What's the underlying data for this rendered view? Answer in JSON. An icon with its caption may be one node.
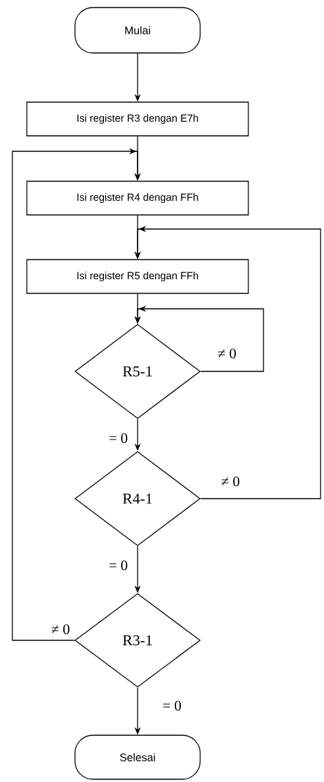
{
  "diagram": {
    "nodes": [
      {
        "text": [
          "Mulai"
        ]
      },
      {
        "text": [
          "Isi register R3 dengan E7h"
        ]
      },
      {
        "text": [
          "Isi register R4 dengan FFh"
        ]
      },
      {
        "text": [
          "Isi register R5 dengan FFh"
        ]
      },
      {
        "text": [
          "R5-1"
        ]
      },
      {
        "text": [
          "R4-1"
        ]
      },
      {
        "text": [
          "R3-1"
        ]
      },
      {
        "text": [
          "Selesai"
        ]
      }
    ],
    "edges": [
      {
        "from": 0,
        "to": 1,
        "arrow": "to"
      },
      {
        "from": 1,
        "to": 2,
        "arrow": "to"
      },
      {
        "from": 2,
        "to": 3,
        "arrow": "to"
      },
      {
        "from": 3,
        "to": 4,
        "arrow": "to"
      },
      {
        "from": 4,
        "to": 4,
        "arrow": "to",
        "label": "≠ 0"
      },
      {
        "from": 4,
        "to": 5,
        "arrow": "to",
        "label": "= 0"
      },
      {
        "from": 5,
        "to": 3,
        "arrow": "to",
        "label": "≠ 0"
      },
      {
        "from": 5,
        "to": 6,
        "arrow": "to",
        "label": "= 0"
      },
      {
        "from": 6,
        "to": 2,
        "arrow": "to",
        "label": "≠ 0"
      },
      {
        "from": 6,
        "to": 7,
        "arrow": "to",
        "label": "= 0"
      }
    ]
  }
}
